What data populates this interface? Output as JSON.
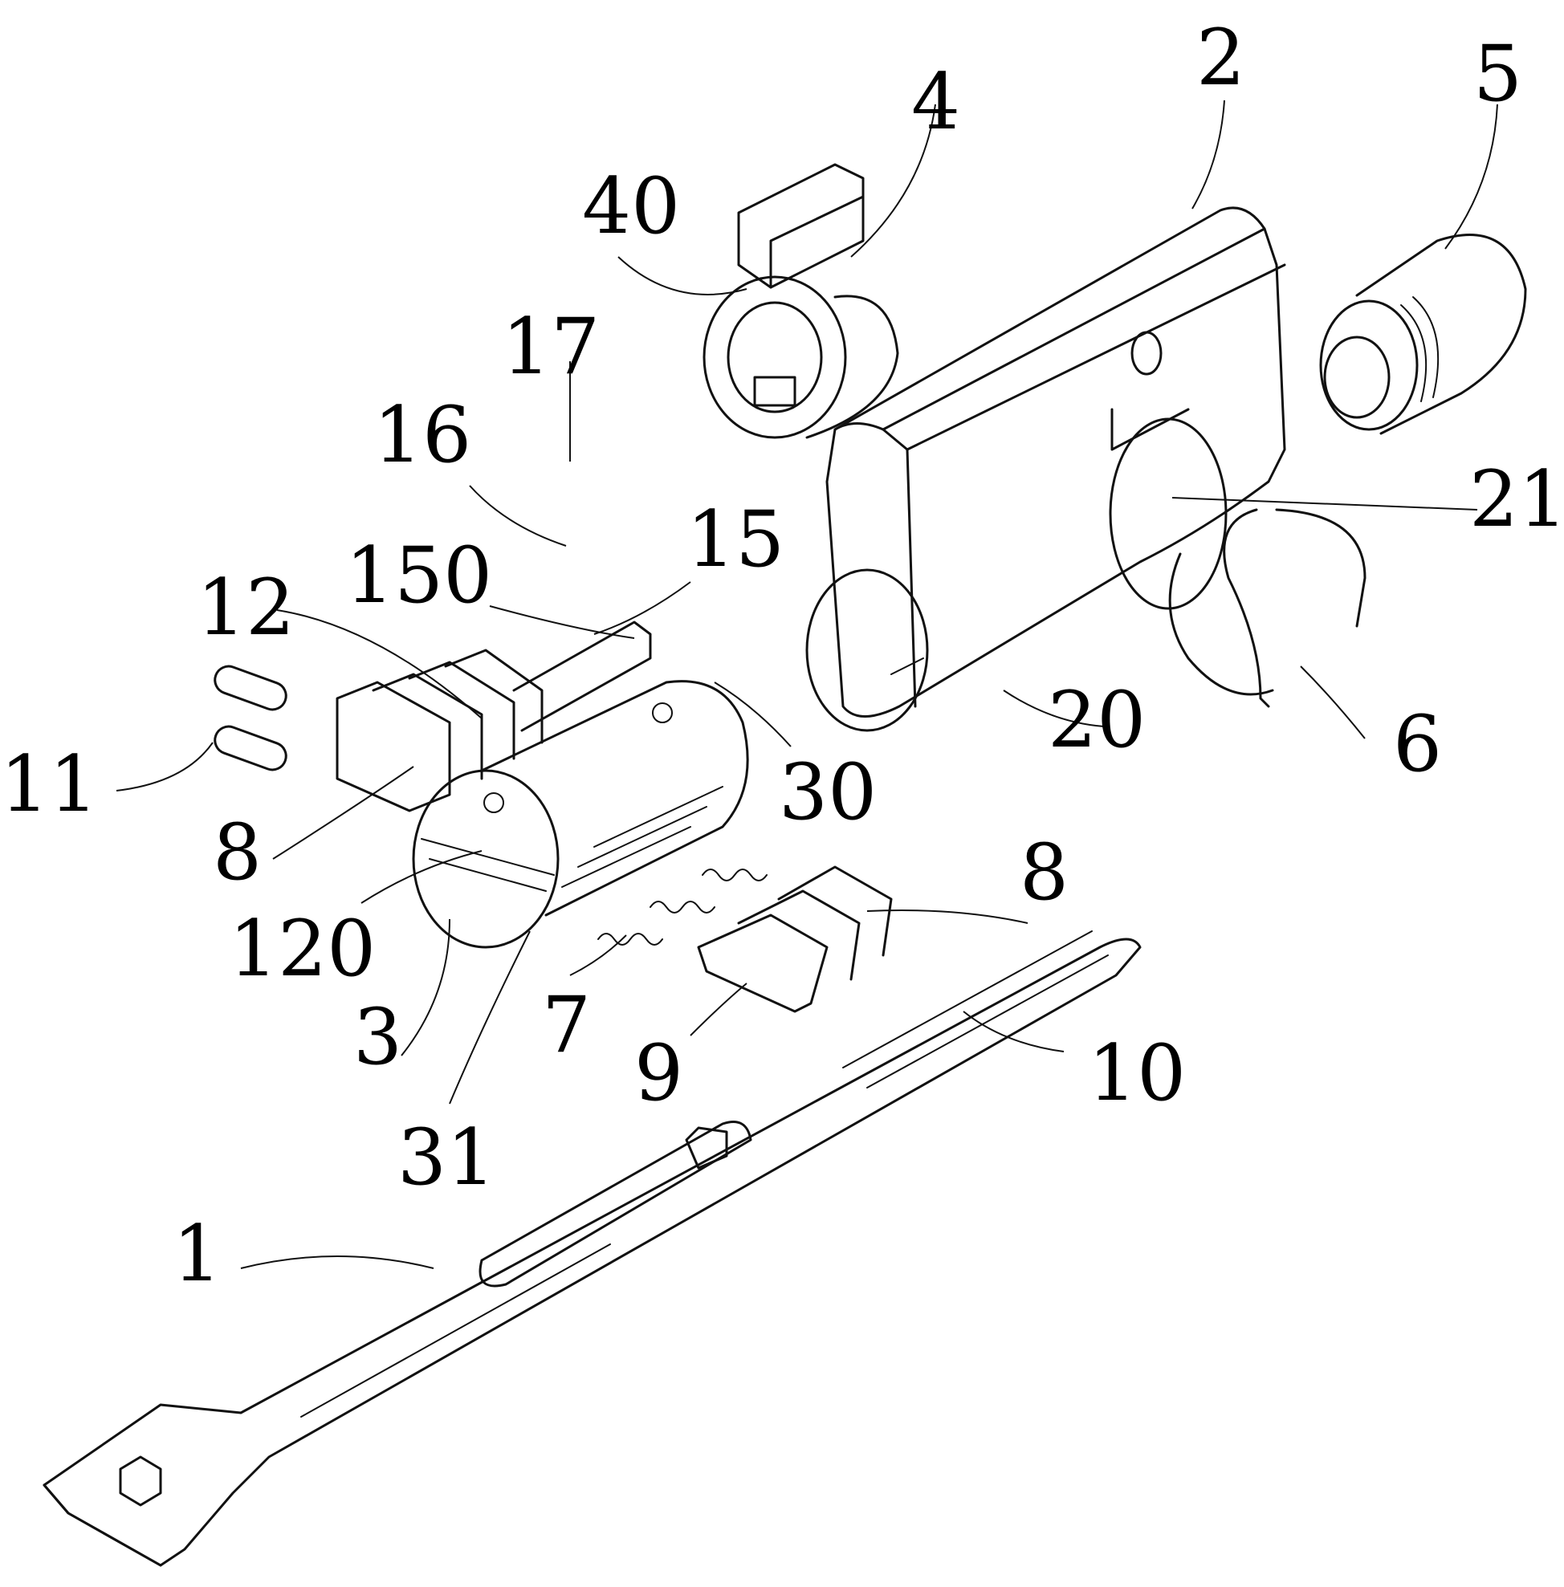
{
  "figure": {
    "labels": {
      "l1": "1",
      "l2": "2",
      "l3": "3",
      "l4": "4",
      "l5": "5",
      "l6": "6",
      "l7": "7",
      "l8a": "8",
      "l8b": "8",
      "l9": "9",
      "l10": "10",
      "l11": "11",
      "l12": "12",
      "l15": "15",
      "l16": "16",
      "l17": "17",
      "l20": "20",
      "l21": "21",
      "l30": "30",
      "l31": "31",
      "l40": "40",
      "l120": "120",
      "l150": "150"
    }
  }
}
